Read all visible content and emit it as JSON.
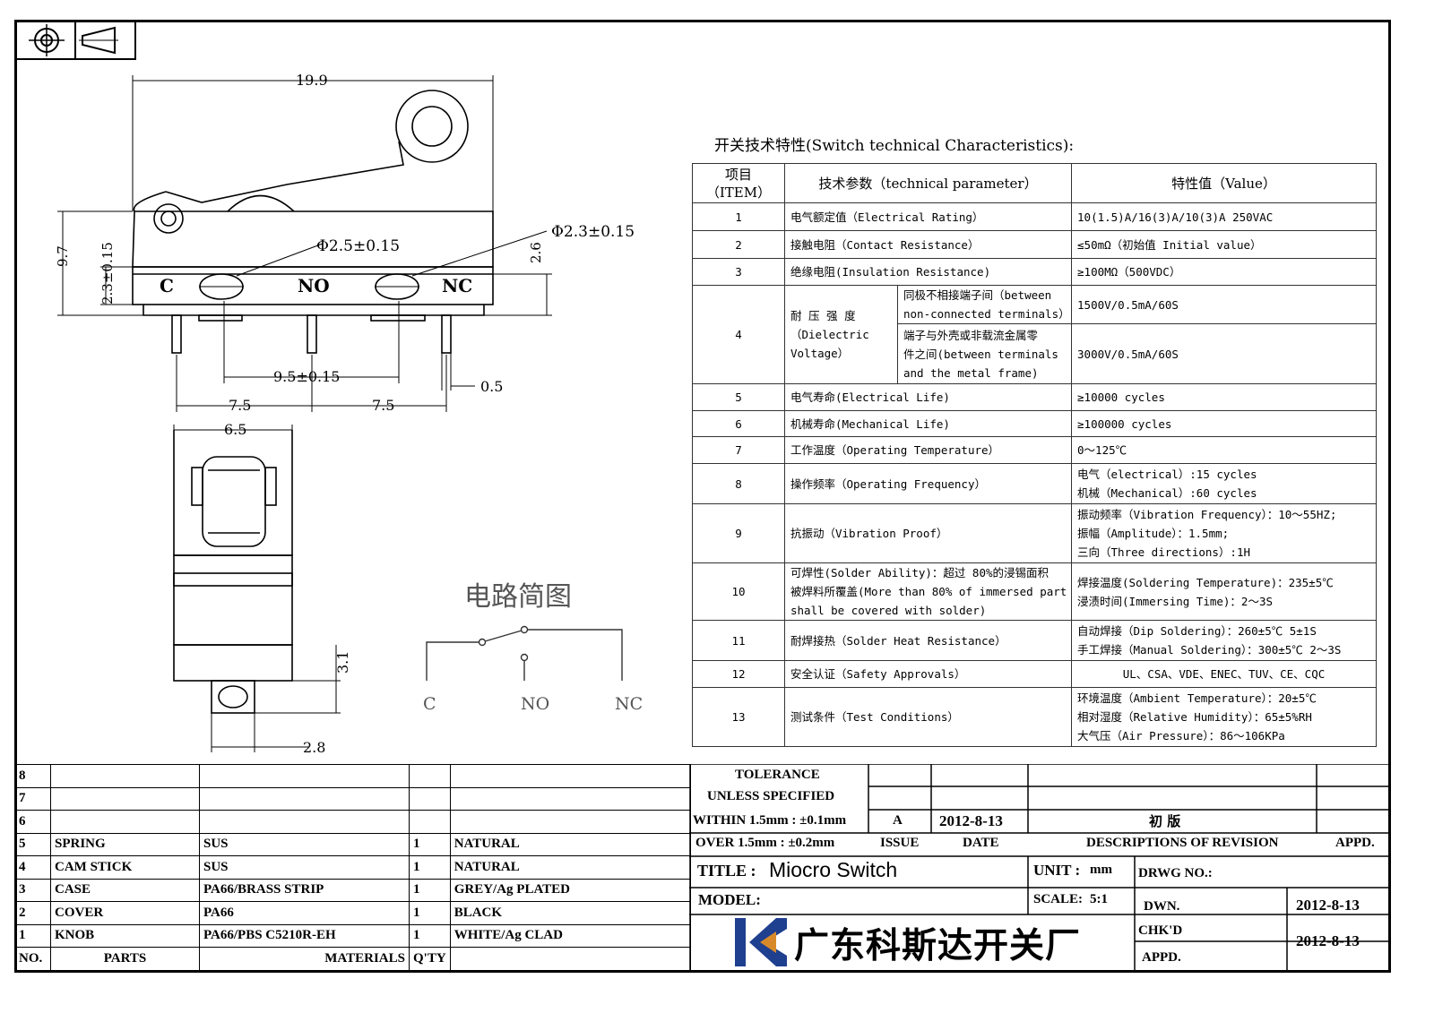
{
  "drawing": {
    "dim_width": "19.9",
    "dim_height": "9.7",
    "dim_left_side": "2.3±0.15",
    "dim_hole_left": "Φ2.5±0.15",
    "dim_hole_right": "Φ2.3±0.15",
    "dim_right_side": "2.6",
    "dim_pin_pitch_center": "9.5±0.15",
    "dim_pin_thickness": "0.5",
    "dim_pitch_left": "7.5",
    "dim_pitch_right": "7.5",
    "dim_side_width": "6.5",
    "dim_side_tab": "3.1",
    "dim_side_bottom": "2.8",
    "terminal_c": "C",
    "terminal_no": "NO",
    "terminal_nc": "NC"
  },
  "circuit": {
    "title": "电路简图",
    "label_c": "C",
    "label_no": "NO",
    "label_nc": "NC"
  },
  "spec": {
    "title": "开关技术特性(Switch technical Characteristics):",
    "headers": {
      "item_cn": "项目",
      "item_en": "（ITEM）",
      "param": "技术参数（technical parameter）",
      "value": "特性值（Value）"
    },
    "r1": {
      "n": "1",
      "param": "电气额定值（Electrical Rating）",
      "value": "10(1.5)A/16(3)A/10(3)A 250VAC"
    },
    "r2": {
      "n": "2",
      "param": "接触电阻（Contact Resistance）",
      "value": "≤50mΩ（初始值 Initial value）"
    },
    "r3": {
      "n": "3",
      "param": "绝缘电阻(Insulation Resistance)",
      "value": "≥100MΩ（500VDC）"
    },
    "r4": {
      "n": "4",
      "param_l1": "耐 压 强 度",
      "param_l2": "（Dielectric",
      "param_l3": "Voltage）",
      "sub1_l1": "同极不相接端子间（between",
      "sub1_l2": "non-connected terminals）",
      "sub1_value": "1500V/0.5mA/60S",
      "sub2_l1": "端子与外壳或非载流金属零",
      "sub2_l2": "件之间(between terminals",
      "sub2_l3": "and the metal frame)",
      "sub2_value": "3000V/0.5mA/60S"
    },
    "r5": {
      "n": "5",
      "param": "电气寿命(Electrical Life)",
      "value": "≥10000 cycles"
    },
    "r6": {
      "n": "6",
      "param": "机械寿命(Mechanical Life)",
      "value": "≥100000 cycles"
    },
    "r7": {
      "n": "7",
      "param": "工作温度（Operating Temperature）",
      "value": "0～125℃"
    },
    "r8": {
      "n": "8",
      "param": "操作频率（Operating Frequency）",
      "value_l1": "电气（electrical）:15 cycles",
      "value_l2": "机械（Mechanical）:60 cycles"
    },
    "r9": {
      "n": "9",
      "param": "抗振动（Vibration Proof）",
      "value_l1": "振动频率（Vibration Frequency）：10～55HZ;",
      "value_l2": "振幅（Amplitude）：1.5mm;",
      "value_l3": "三向（Three directions）:1H"
    },
    "r10": {
      "n": "10",
      "param_l1": "可焊性(Solder Ability)：超过 80%的浸锡面积",
      "param_l2": "被焊料所覆盖(More than 80% of immersed part",
      "param_l3": "shall be covered with solder)",
      "value_l1": "焊接温度(Soldering Temperature)：235±5℃",
      "value_l2": "浸渍时间(Immersing Time)：2～3S"
    },
    "r11": {
      "n": "11",
      "param": "耐焊接热（Solder Heat Resistance）",
      "value_l1": "自动焊接（Dip Soldering）：260±5℃ 5±1S",
      "value_l2": "手工焊接（Manual Soldering）：300±5℃ 2～3S"
    },
    "r12": {
      "n": "12",
      "param": "安全认证（Safety Approvals）",
      "value": "UL、CSA、VDE、ENEC、TUV、CE、CQC"
    },
    "r13": {
      "n": "13",
      "param": "测试条件（Test Conditions）",
      "value_l1": "环境温度（Ambient Temperature）：20±5℃",
      "value_l2": "相对湿度（Relative Humidity）：65±5%RH",
      "value_l3": "大气压（Air Pressure）：86～106KPa"
    }
  },
  "bom": {
    "rows": [
      {
        "no": "8",
        "part": "",
        "material": "",
        "qty": "",
        "finish": ""
      },
      {
        "no": "7",
        "part": "",
        "material": "",
        "qty": "",
        "finish": ""
      },
      {
        "no": "6",
        "part": "",
        "material": "",
        "qty": "",
        "finish": ""
      },
      {
        "no": "5",
        "part": "SPRING",
        "material": "SUS",
        "qty": "1",
        "finish": "NATURAL"
      },
      {
        "no": "4",
        "part": "CAM STICK",
        "material": "SUS",
        "qty": "1",
        "finish": "NATURAL"
      },
      {
        "no": "3",
        "part": "CASE",
        "material": "PA66/BRASS STRIP",
        "qty": "1",
        "finish": "GREY/Ag PLATED"
      },
      {
        "no": "2",
        "part": "COVER",
        "material": "PA66",
        "qty": "1",
        "finish": "BLACK"
      },
      {
        "no": "1",
        "part": "KNOB",
        "material": "PA66/PBS C5210R-EH",
        "qty": "1",
        "finish": "WHITE/Ag CLAD"
      }
    ],
    "header": {
      "no": "NO.",
      "part": "PARTS",
      "material": "MATERIALS",
      "qty": "Q'TY"
    }
  },
  "title_block": {
    "tolerance_l1": "TOLERANCE",
    "tolerance_l2": "UNLESS SPECIFIED",
    "tolerance_l3": "WITHIN 1.5mm : ±0.1mm",
    "tolerance_l4": "OVER 1.5mm : ±0.2mm",
    "issue_value": "A",
    "date_value": "2012-8-13",
    "revision_value": "初 版",
    "issue_label": "ISSUE",
    "date_label": "DATE",
    "revision_label": "DESCRIPTIONS OF REVISION",
    "appd_label": "APPD.",
    "title_label": "TITLE :",
    "title_value": "Miocro Switch",
    "unit_label": "UNIT :",
    "unit_value": "mm",
    "drwg_label": "DRWG NO.:",
    "model_label": "MODEL:",
    "scale_label": "SCALE:",
    "scale_value": "5:1",
    "dwn_label": "DWN.",
    "dwn_date": "2012-8-13",
    "chkd_label": "CHK'D",
    "chkd_date": "2012-8-13",
    "appd2_label": "APPD.",
    "company": "广东科斯达开关厂",
    "logo_color": "#1f3f8f"
  }
}
